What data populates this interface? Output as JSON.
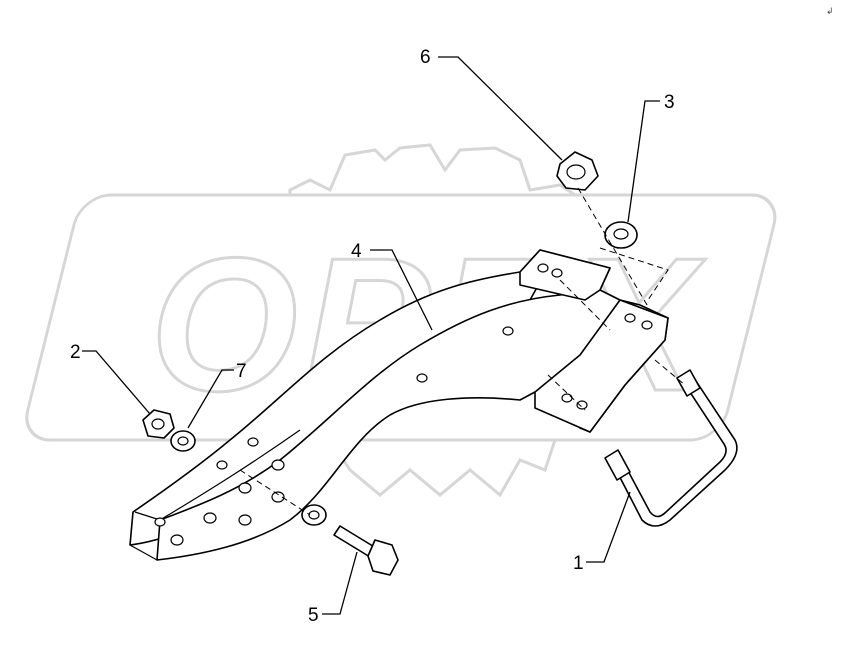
{
  "watermark": {
    "logo_text": "OPEX"
  },
  "corner_mark": "↲",
  "callouts": [
    {
      "id": "1",
      "label": "1"
    },
    {
      "id": "2",
      "label": "2"
    },
    {
      "id": "3",
      "label": "3"
    },
    {
      "id": "4",
      "label": "4"
    },
    {
      "id": "5",
      "label": "5"
    },
    {
      "id": "6",
      "label": "6"
    },
    {
      "id": "7",
      "label": "7"
    }
  ],
  "parts": [
    {
      "callout": "1",
      "icon": "u-bolt-icon"
    },
    {
      "callout": "2",
      "icon": "lock-nut-icon"
    },
    {
      "callout": "3",
      "icon": "washer-icon"
    },
    {
      "callout": "4",
      "icon": "curved-bracket-icon"
    },
    {
      "callout": "5",
      "icon": "hex-bolt-icon"
    },
    {
      "callout": "6",
      "icon": "hex-nut-icon"
    },
    {
      "callout": "7",
      "icon": "washer-icon"
    }
  ]
}
